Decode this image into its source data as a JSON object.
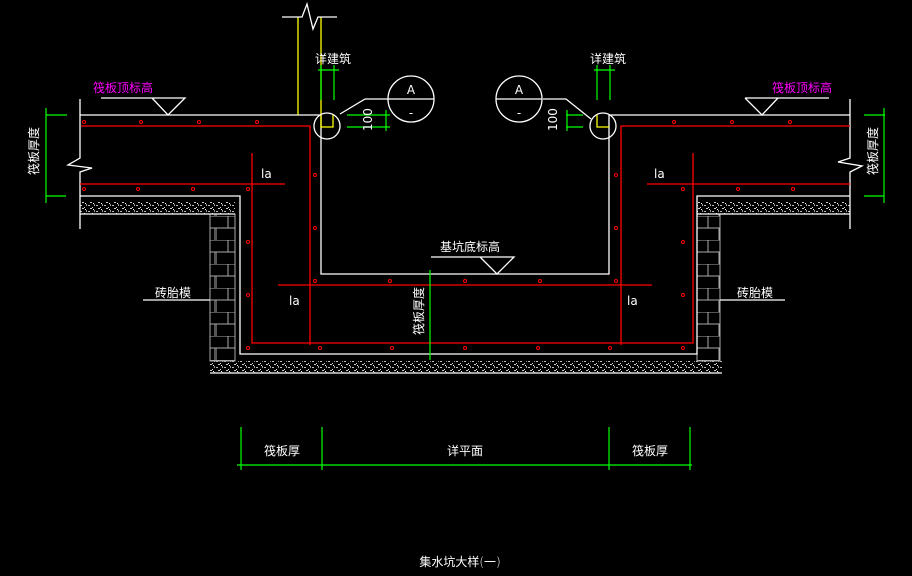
{
  "drawing": {
    "title": "集水坑大样(一)",
    "raft_top_elevation_left": "筏板顶标高",
    "raft_top_elevation_right": "筏板顶标高",
    "see_architecture_left": "详建筑",
    "see_architecture_right": "详建筑",
    "detail_mark_letter_left": "A",
    "detail_mark_sheet_left": "-",
    "detail_mark_letter_right": "A",
    "detail_mark_sheet_right": "-",
    "dim_100_left": "100",
    "dim_100_right": "100",
    "raft_thickness_left": "筏板厚度",
    "raft_thickness_right": "筏板厚度",
    "raft_thickness_center": "筏板厚度",
    "la_labels": [
      "la",
      "la",
      "la",
      "la"
    ],
    "pit_bottom_elevation": "基坑底标高",
    "brick_mold_left": "砖胎模",
    "brick_mold_right": "砖胎模",
    "bottom_dims": [
      "筏板厚",
      "详平面",
      "筏板厚"
    ],
    "colors": {
      "background": "#000000",
      "rebar": "#ff0000",
      "dimension": "#00ff00",
      "label": "#ff00ff",
      "line": "#ffffff",
      "wall": "#ffff00"
    }
  }
}
